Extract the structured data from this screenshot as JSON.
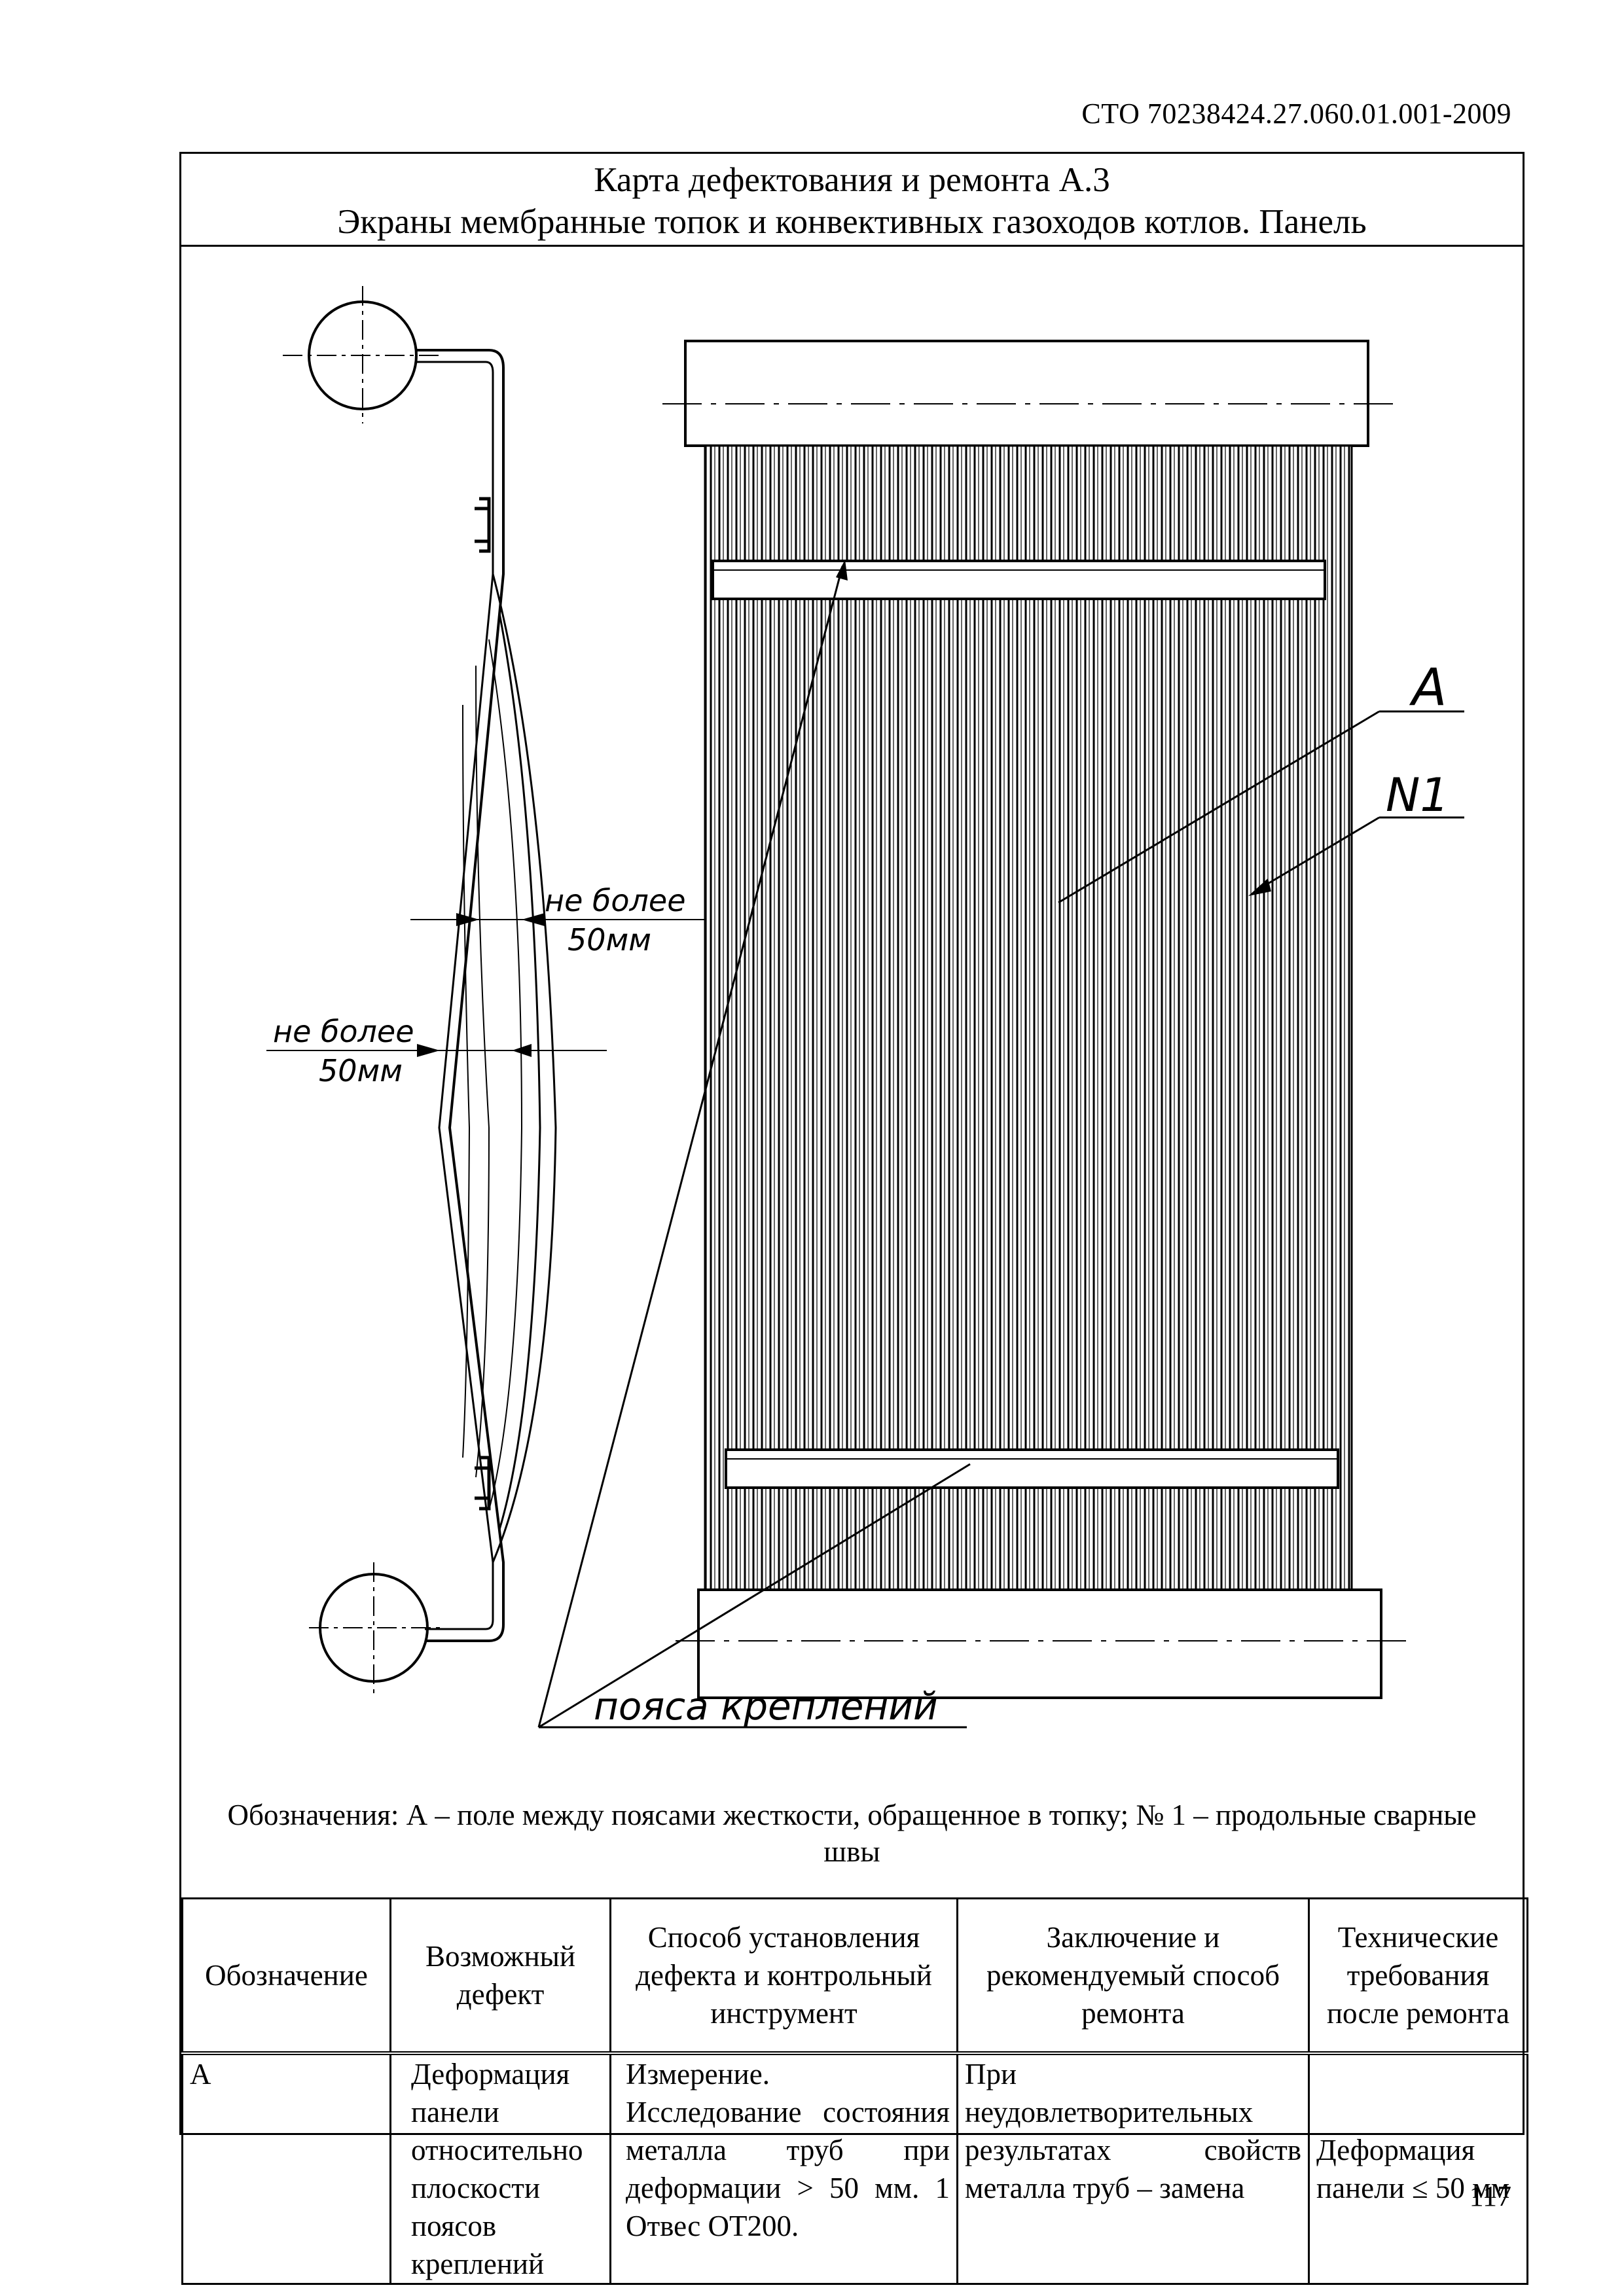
{
  "document": {
    "code": "СТО 70238424.27.060.01.001-2009",
    "page_number": "117"
  },
  "card": {
    "title": "Карта дефектования и ремонта А.3",
    "subtitle": "Экраны мембранные топок и конвективных газоходов котлов. Панель"
  },
  "drawing": {
    "label_a": "A",
    "label_n1": "N1",
    "note_right_line1": "не более",
    "note_right_line2": "50мм",
    "note_left_line1": "не более",
    "note_left_line2": "50мм",
    "belts_label": "пояса креплений"
  },
  "legend": "Обозначения: А – поле между поясами жесткости, обращенное в топку; № 1 – продольные сварные швы",
  "table": {
    "headers": [
      "Обозначение",
      "Возможный дефект",
      "Способ установления дефекта и контрольный инструмент",
      "Заключение и рекомендуемый способ ремонта",
      "Технические требования после ремонта"
    ],
    "rows": [
      {
        "designation": "А",
        "defect": "Деформация панели относительно плоскости поясов креплений",
        "method": "Измерение. Исследование состояния металла труб при деформации > 50 мм. 1 Отвес ОТ200.",
        "conclusion": "При неудовлетворительных результатах свойств металла труб – замена",
        "requirements": "Деформация панели ≤ 50 мм"
      }
    ]
  }
}
